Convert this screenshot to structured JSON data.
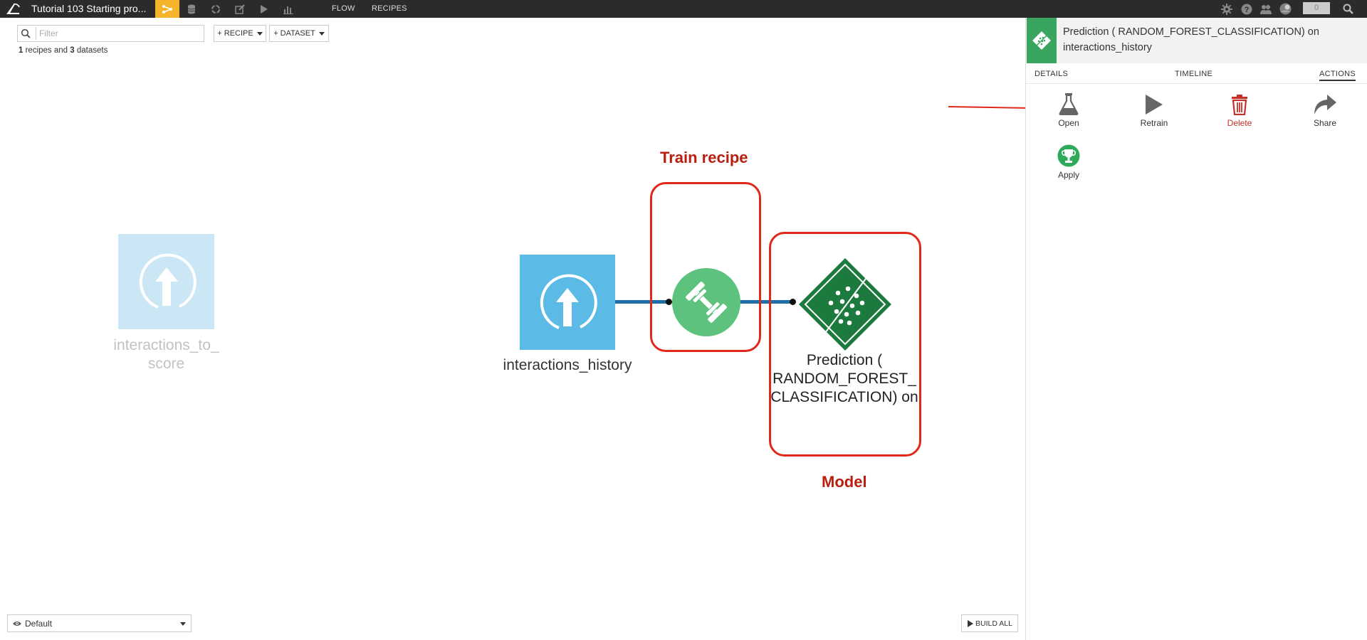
{
  "topbar": {
    "project_title": "Tutorial 103 Starting pro...",
    "tabs": [
      "FLOW",
      "RECIPES"
    ],
    "notification_count": "0"
  },
  "toolbar": {
    "filter_placeholder": "Filter",
    "recipe_button": "+ RECIPE",
    "dataset_button": "+ DATASET",
    "summary": {
      "recipes_count": "1",
      "recipes_text": " recipes and ",
      "datasets_count": "3",
      "datasets_text": " datasets"
    }
  },
  "flow": {
    "dataset_to_score": {
      "line1": "interactions_to_",
      "line2": "score"
    },
    "dataset_history": "interactions_history",
    "model_label": {
      "line1": "Prediction (",
      "line2": "RANDOM_FOREST_",
      "line3": "CLASSIFICATION) on"
    }
  },
  "annotations": {
    "train_recipe": "Train recipe",
    "model": "Model"
  },
  "bottom": {
    "view_select": "Default",
    "build_all": "BUILD ALL"
  },
  "panel": {
    "title": "Prediction ( RANDOM_FOREST_CLASSIFICATION) on interactions_history",
    "tabs": {
      "details": "DETAILS",
      "timeline": "TIMELINE",
      "actions": "ACTIONS"
    },
    "actions": {
      "open": "Open",
      "retrain": "Retrain",
      "delete": "Delete",
      "share": "Share",
      "apply": "Apply"
    }
  },
  "colors": {
    "topbar": "#2b2b2b",
    "active_nav": "#f5b429",
    "dataset_blue": "#5bbbe6",
    "dataset_faded": "#cbe7f6",
    "recipe_green": "#5ec27f",
    "model_green": "#1d7a3e",
    "edge_blue": "#1f6fa6",
    "annotation_red": "#e0291b"
  }
}
